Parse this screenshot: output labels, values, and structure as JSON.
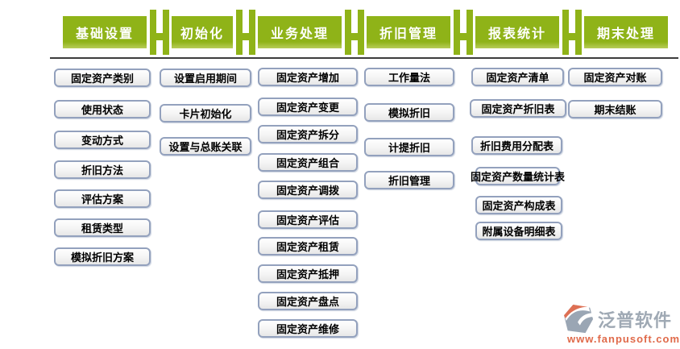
{
  "columns": [
    {
      "tab": "基础设置",
      "items": [
        "固定资产类别",
        "使用状态",
        "变动方式",
        "折旧方法",
        "评估方案",
        "租赁类型",
        "模拟折旧方案"
      ]
    },
    {
      "tab": "初始化",
      "items": [
        "设置启用期间",
        "卡片初始化",
        "设置与总账关联"
      ]
    },
    {
      "tab": "业务处理",
      "items": [
        "固定资产增加",
        "固定资产变更",
        "固定资产拆分",
        "固定资产组合",
        "固定资产调拨",
        "固定资产评估",
        "固定资产租赁",
        "固定资产抵押",
        "固定资产盘点",
        "固定资产维修"
      ]
    },
    {
      "tab": "折旧管理",
      "items": [
        "工作量法",
        "模拟折旧",
        "计提折旧",
        "折旧管理"
      ]
    },
    {
      "tab": "报表统计",
      "items": [
        "固定资产清单",
        "固定资产折旧表",
        "折旧费用分配表",
        "固定资产数量统计表",
        "固定资产构成表",
        "附属设备明细表"
      ]
    },
    {
      "tab": "期末处理",
      "items": [
        "固定资产对账",
        "期末结账"
      ]
    }
  ],
  "footer": {
    "brand": "泛普软件",
    "url": "www.fanpusoft.com"
  },
  "colors": {
    "tab_green": "#8fb318",
    "tab_green_light": "#b7cd58",
    "button_border": "#93a1bd",
    "divider": "#3d3d3d",
    "brand_gray": "#9fa9b4",
    "brand_orange": "#e06a4a"
  }
}
